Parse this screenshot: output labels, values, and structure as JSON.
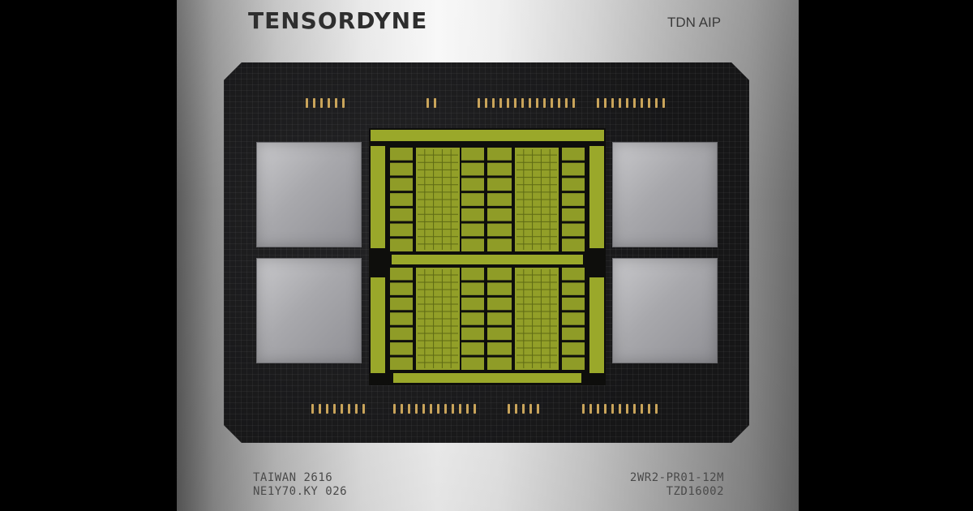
{
  "chip": {
    "brand": "TENSORDYNE",
    "model": "TDN AIP",
    "marking_left": [
      "TAIWAN 2616",
      "NE1Y70.KY 026"
    ],
    "marking_right": [
      "2WR2-PR01-12M",
      "TZD16002"
    ]
  },
  "colors": {
    "die_green": "#9aa82a",
    "substrate": "#1b1b1d",
    "contacts": "#c9a45a",
    "hbm": "#b0b0b4"
  }
}
